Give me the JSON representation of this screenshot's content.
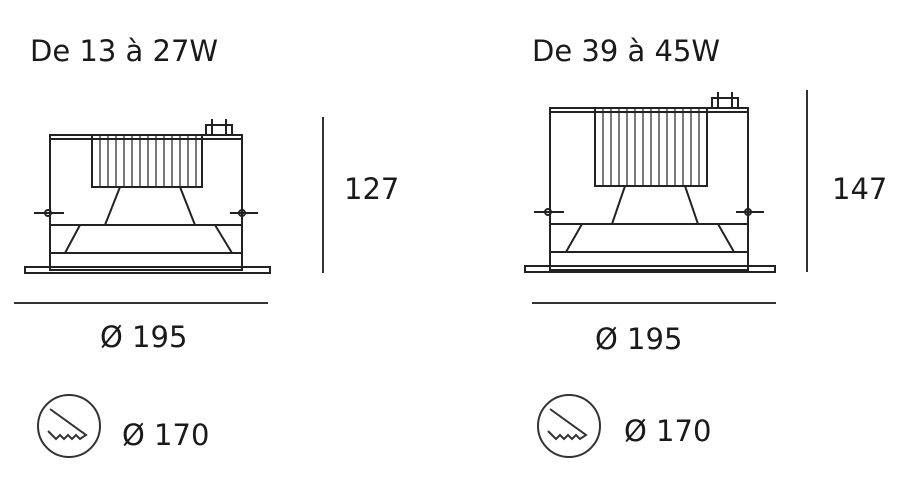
{
  "models": [
    {
      "power_range": "De 13 à 27W",
      "height": "127",
      "outer_diameter": "Ø 195",
      "cutout_diameter": "Ø 170"
    },
    {
      "power_range": "De 39 à 45W",
      "height": "147",
      "outer_diameter": "Ø 195",
      "cutout_diameter": "Ø 170"
    }
  ],
  "icons": {
    "cutout": "saw-cutout-icon"
  }
}
